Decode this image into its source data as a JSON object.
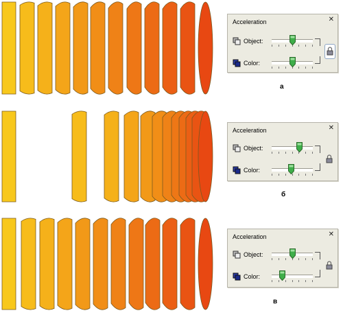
{
  "panels": [
    {
      "id": "a",
      "caption": "а",
      "title": "Acceleration",
      "object_label": "Object:",
      "color_label": "Color:",
      "object_value": 0.5,
      "color_value": 0.5,
      "locked": true,
      "lock_highlighted": true,
      "close_symbol": "✕"
    },
    {
      "id": "b",
      "caption": "б",
      "title": "Acceleration",
      "object_label": "Object:",
      "color_label": "Color:",
      "object_value": 0.68,
      "color_value": 0.48,
      "locked": false,
      "lock_highlighted": false,
      "close_symbol": "✕"
    },
    {
      "id": "c",
      "caption": "в",
      "title": "Acceleration",
      "object_label": "Object:",
      "color_label": "Color:",
      "object_value": 0.5,
      "color_value": 0.25,
      "locked": false,
      "lock_highlighted": false,
      "close_symbol": "✕"
    }
  ],
  "colors": {
    "start": "#f8c81c",
    "end": "#e84812",
    "outline": "#7a5a20",
    "thumb": "#3fae4a",
    "panel_bg": "#ecebe1"
  }
}
